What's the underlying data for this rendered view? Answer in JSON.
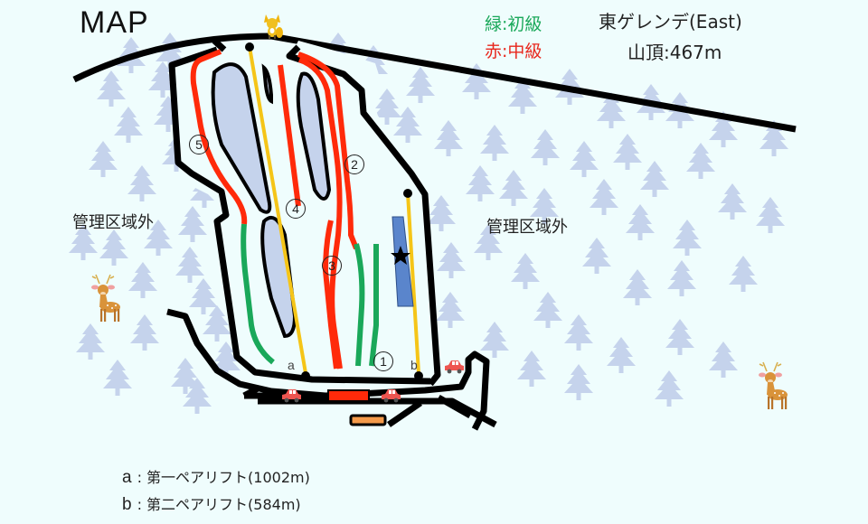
{
  "header": {
    "title": "MAP",
    "area_name": "東ゲレンデ(East)",
    "summit": "山頂:467m"
  },
  "legend": {
    "green": "緑:初級",
    "red": "赤:中級",
    "colors": {
      "green": "#1aa85a",
      "red": "#ff2a0a",
      "lift": "#f5c518"
    }
  },
  "labels": {
    "outside_left": "管理区域外",
    "outside_right": "管理区域外"
  },
  "courses": [
    {
      "id": "1",
      "symbol": "①",
      "level": "green"
    },
    {
      "id": "2",
      "symbol": "②",
      "level": "red"
    },
    {
      "id": "3",
      "symbol": "③",
      "level": "red/green"
    },
    {
      "id": "4",
      "symbol": "④",
      "level": "red"
    },
    {
      "id": "5",
      "symbol": "⑤",
      "level": "red/green"
    }
  ],
  "lifts": [
    {
      "key": "a",
      "label": ": 第一ペアリフト(1002m)"
    },
    {
      "key": "b",
      "label": ": 第二ペアリフト(584m)"
    }
  ],
  "icons": {
    "fox": "fox-icon",
    "deer": "deer-icon",
    "car": "car-icon",
    "tree": "tree-icon",
    "star": "star-icon"
  }
}
